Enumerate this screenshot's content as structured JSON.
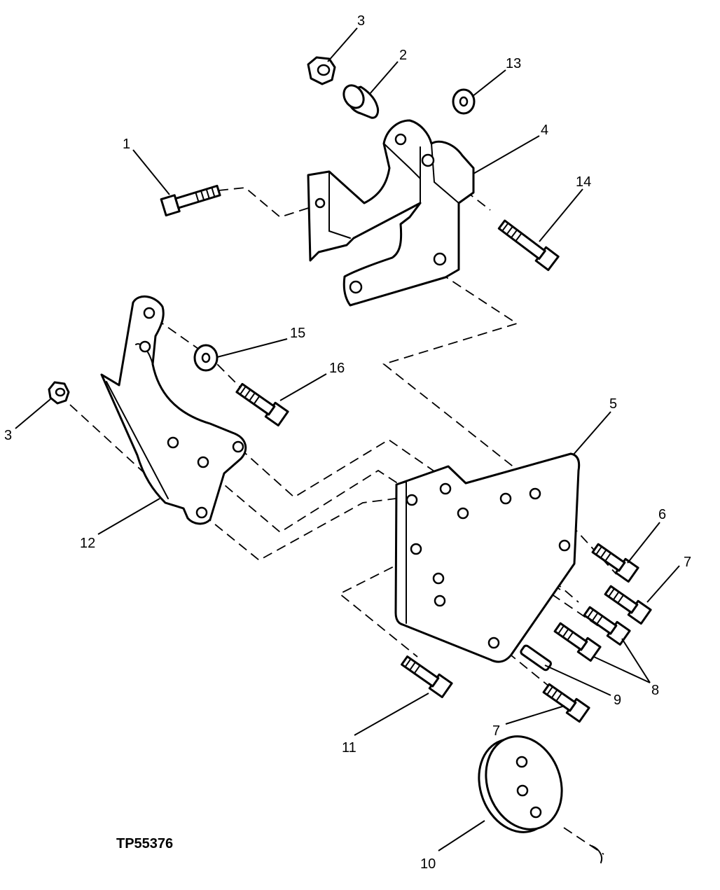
{
  "figure_id": "TP55376",
  "callouts": {
    "c1": "1",
    "c2": "2",
    "c3a": "3",
    "c3b": "3",
    "c4": "4",
    "c5": "5",
    "c6": "6",
    "c7a": "7",
    "c7b": "7",
    "c8": "8",
    "c9": "9",
    "c10": "10",
    "c11": "11",
    "c12": "12",
    "c13": "13",
    "c14": "14",
    "c15": "15",
    "c16": "16"
  }
}
